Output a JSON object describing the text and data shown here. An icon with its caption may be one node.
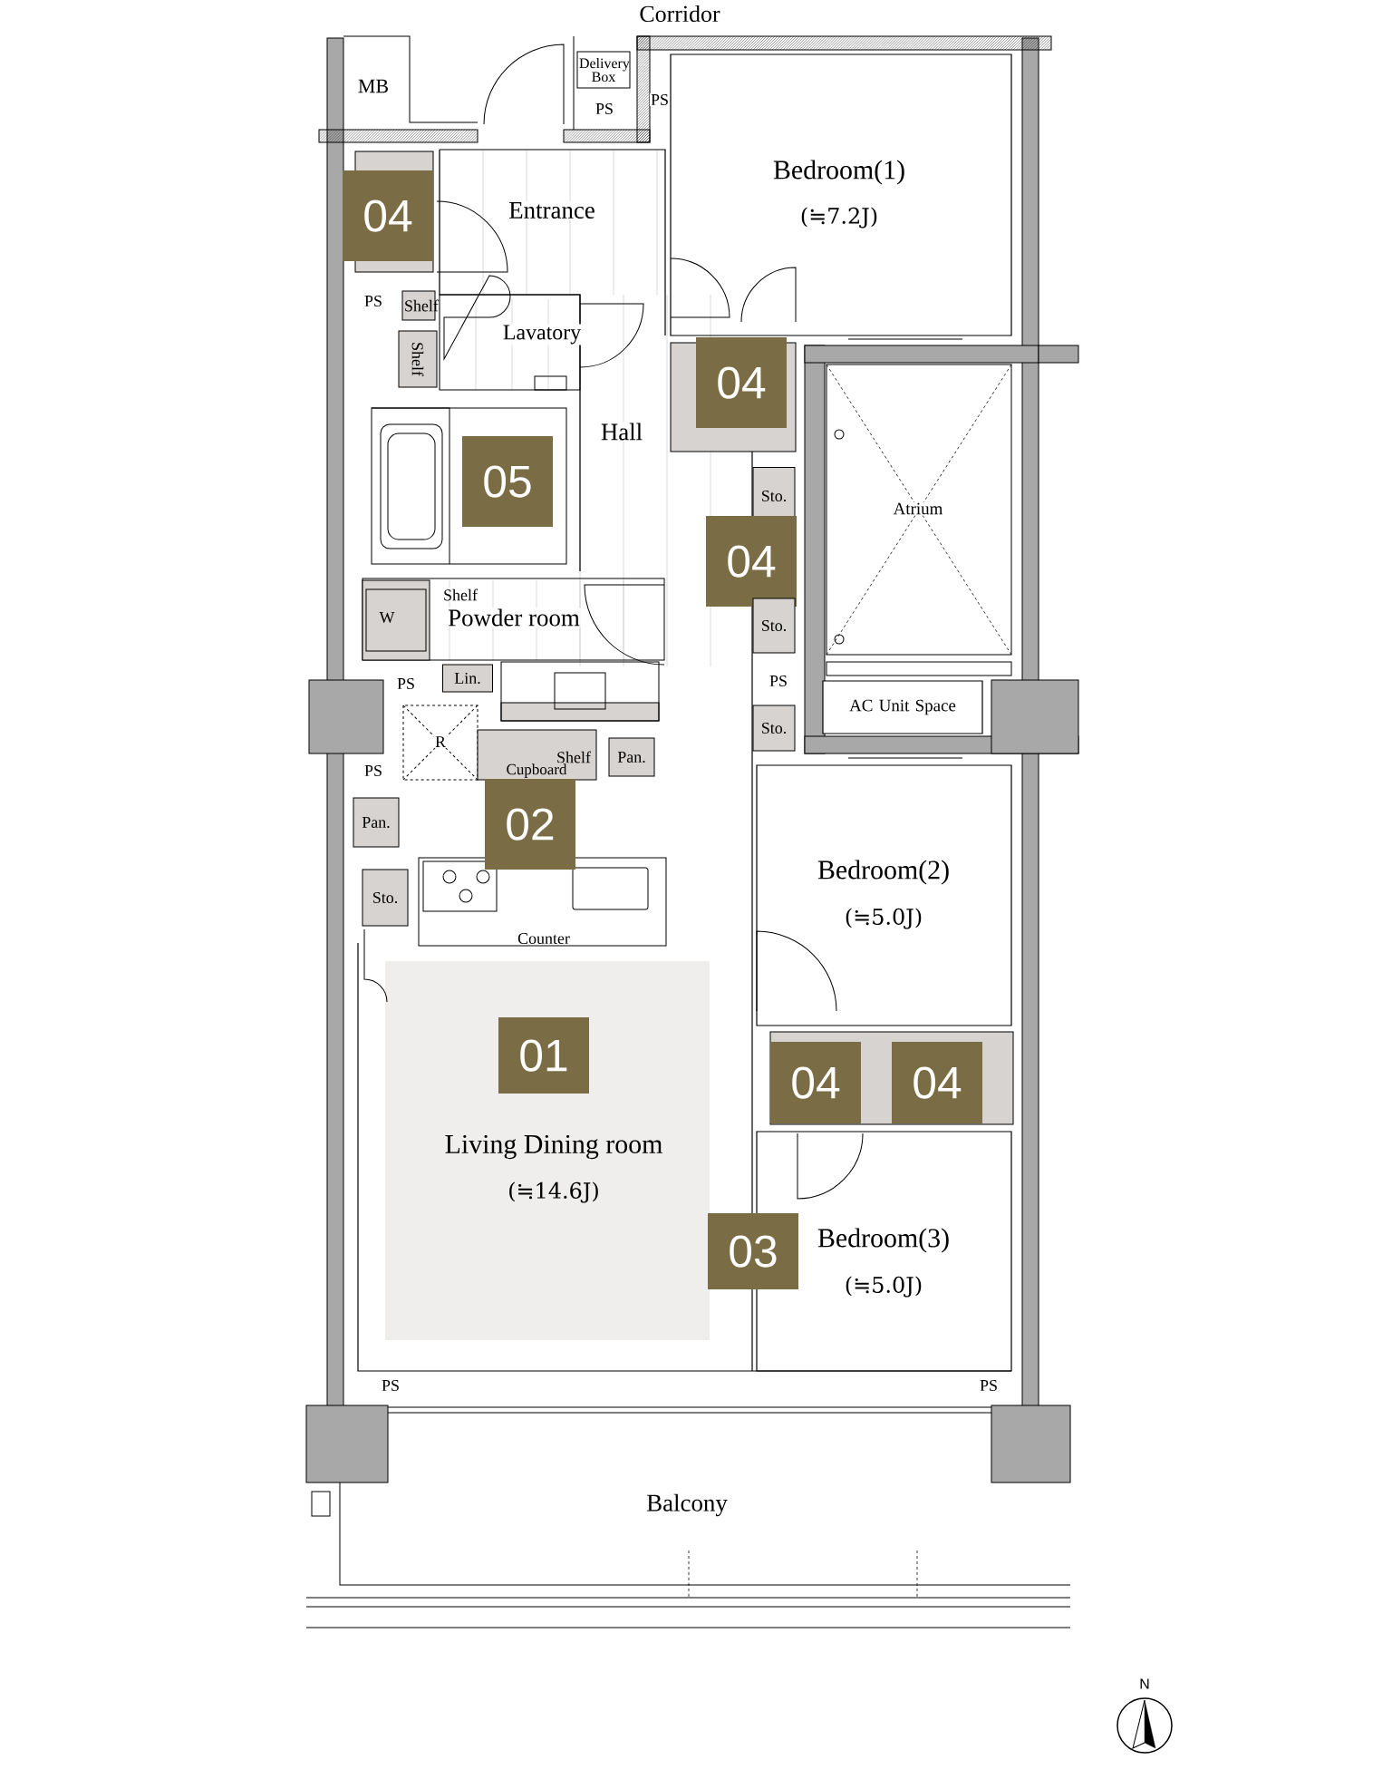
{
  "diagram": {
    "nodes": [
      {
        "text": [
          "Delivery Box"
        ]
      },
      {
        "text": [
          "04"
        ]
      },
      {
        "text": [
          "Shelf"
        ]
      },
      {
        "text": [
          "Shelf"
        ]
      },
      {
        "text": [
          "04"
        ]
      },
      {
        "text": [
          "05"
        ]
      },
      {
        "text": [
          "Sto."
        ]
      },
      {
        "text": [
          "04"
        ]
      },
      {
        "text": [
          "Sto."
        ]
      },
      {
        "text": [
          "Lin."
        ]
      },
      {
        "text": [
          "Sto."
        ]
      },
      {
        "text": [
          "AC Unit Space"
        ]
      },
      {
        "text": [
          "Pan."
        ]
      },
      {
        "text": [
          "Pan."
        ]
      },
      {
        "text": [
          "02"
        ]
      },
      {
        "text": [
          "Sto."
        ]
      },
      {
        "text": [
          "01"
        ]
      },
      {
        "text": [
          "04"
        ]
      },
      {
        "text": [
          "04"
        ]
      },
      {
        "text": [
          "03"
        ]
      }
    ],
    "edges": [],
    "labels": [
      "Corridor",
      "MB",
      "PS",
      "PS",
      "Bedroom(1)",
      "(≒7.2J)",
      "Entrance",
      "PS",
      "Lavatory",
      "Hall",
      "Atrium",
      "Shelf",
      "W",
      "Powder room",
      "PS",
      "PS",
      "R",
      "Shelf",
      "Cupboard",
      "PS",
      "Bedroom(2)",
      "(≒5.0J)",
      "Counter",
      "Living Dining room",
      "(≒14.6J)",
      "Bedroom(3)",
      "(≒5.0J)",
      "PS",
      "PS",
      "Balcony",
      "N"
    ]
  }
}
